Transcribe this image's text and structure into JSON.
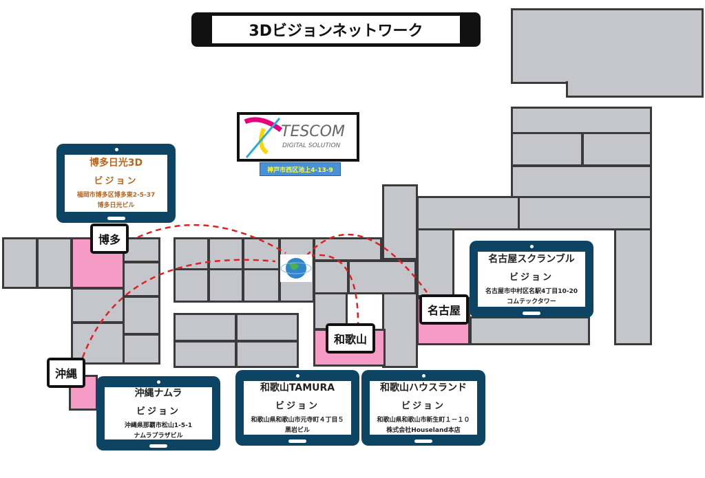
{
  "title": "3Dビジョンネットワーク",
  "logo": {
    "name": "TESCOM",
    "sub": "DIGITAL SOLUTION",
    "address": "神戸市西区池上4-13-9"
  },
  "labels": {
    "hakata": "博多",
    "okinawa": "沖縄",
    "wakayama": "和歌山",
    "nagoya": "名古屋"
  },
  "tablets": [
    {
      "name": "博多日光3D",
      "type": "ビジョン",
      "addr": "福岡市博多区博多東2-5-37",
      "bldg": "博多日光ビル"
    },
    {
      "name": "沖縄ナムラ",
      "type": "ビジョン",
      "addr": "沖縄県那覇市松山1-5-1",
      "bldg": "ナムラプラザビル"
    },
    {
      "name": "和歌山TAMURA",
      "type": "ビジョン",
      "addr": "和歌山県和歌山市元寺町４丁目５",
      "bldg": "黒岩ビル"
    },
    {
      "name": "和歌山ハウスランド",
      "type": "ビジョン",
      "addr": "和歌山県和歌山市新生町１－１０",
      "bldg": "株式会社Houseland本店"
    },
    {
      "name": "名古屋スクランブル",
      "type": "ビジョン",
      "addr": "名古屋市中村区名駅4丁目10-20",
      "bldg": "コムテックタワー"
    }
  ],
  "colors": {
    "tablet": "#0d4463",
    "hakata_text": "#b8651e",
    "route": "#e02020",
    "address_bg": "#4a90d9",
    "address_text": "#ffff33"
  }
}
